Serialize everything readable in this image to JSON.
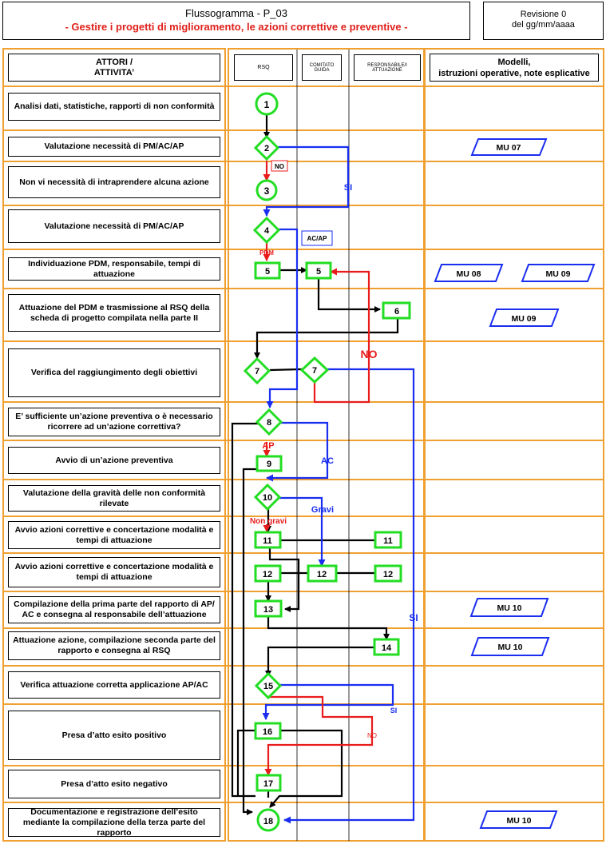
{
  "header": {
    "title": "Flussogramma - P_03",
    "subtitle": "- Gestire i progetti di miglioramento, le azioni correttive e preventive -",
    "revision": "Revisione 0",
    "revision_date": "del gg/mm/aaaa"
  },
  "columns": {
    "actors": "ATTORI /",
    "actors2": "ATTIVITA’",
    "rsq": "RSQ",
    "comitato": "COMITATO",
    "comitato2": "GUIDA",
    "responsabile": "RESPONSABILE/I",
    "responsabile2": "ATTUAZIONE",
    "models": "Modelli,",
    "models2": "istruzioni operative, note esplicative"
  },
  "activities": [
    "Analisi dati, statistiche, rapporti di non conformità",
    "Valutazione necessità di PM/AC/AP",
    "Non vi necessità di intraprendere alcuna azione",
    "Valutazione necessità di PM/AC/AP",
    "Individuazione PDM, responsabile, tempi di attuazione",
    "Attuazione del PDM e trasmissione al RSQ della scheda di progetto compilata nella parte II",
    "Verifica del raggiungimento degli obiettivi",
    "E’ sufficiente un’azione preventiva o è necessario ricorrere ad un’azione correttiva?",
    "Avvio di un’azione preventiva",
    "Valutazione della gravità delle non conformità rilevate",
    "Avvio azioni correttive e concertazione modalità e tempi di attuazione",
    "Avvio azioni correttive e concertazione modalità e tempi di attuazione",
    "Compilazione della prima parte del rapporto di AP/ AC e consegna al responsabile dell’attuazione",
    "Attuazione azione, compilazione seconda parte del rapporto e consegna al RSQ",
    "Verifica attuazione corretta applicazione AP/AC",
    "Presa d’atto esito positivo",
    "Presa d’atto esito negativo",
    "Documentazione e registrazione dell’esito mediante la compilazione della terza parte del rapporto"
  ],
  "models": [
    "MU 07",
    "MU 08",
    "MU 09",
    "MU 09",
    "MU 10",
    "MU 10",
    "MU 10"
  ],
  "nodes": {
    "n1": "1",
    "n2": "2",
    "n3": "3",
    "n4": "4",
    "n5": "5",
    "n6": "6",
    "n7": "7",
    "n8": "8",
    "n9": "9",
    "n10": "10",
    "n11": "11",
    "n12": "12",
    "n13": "13",
    "n14": "14",
    "n15": "15",
    "n16": "16",
    "n17": "17",
    "n18": "18"
  },
  "labels": {
    "no": "NO",
    "si": "SI",
    "acap": "AC/AP",
    "pdm": "PDM",
    "no_big": "NO",
    "ap": "AP",
    "ac": "AC",
    "gravi": "Gravi",
    "non_gravi": "Non gravi",
    "si_right": "SI",
    "si_small": "SI",
    "no_small": "NO"
  },
  "colors": {
    "orange": "#f0a030",
    "green": "#22dd22",
    "blue": "#1a2ef0",
    "red": "#e81c1c"
  }
}
